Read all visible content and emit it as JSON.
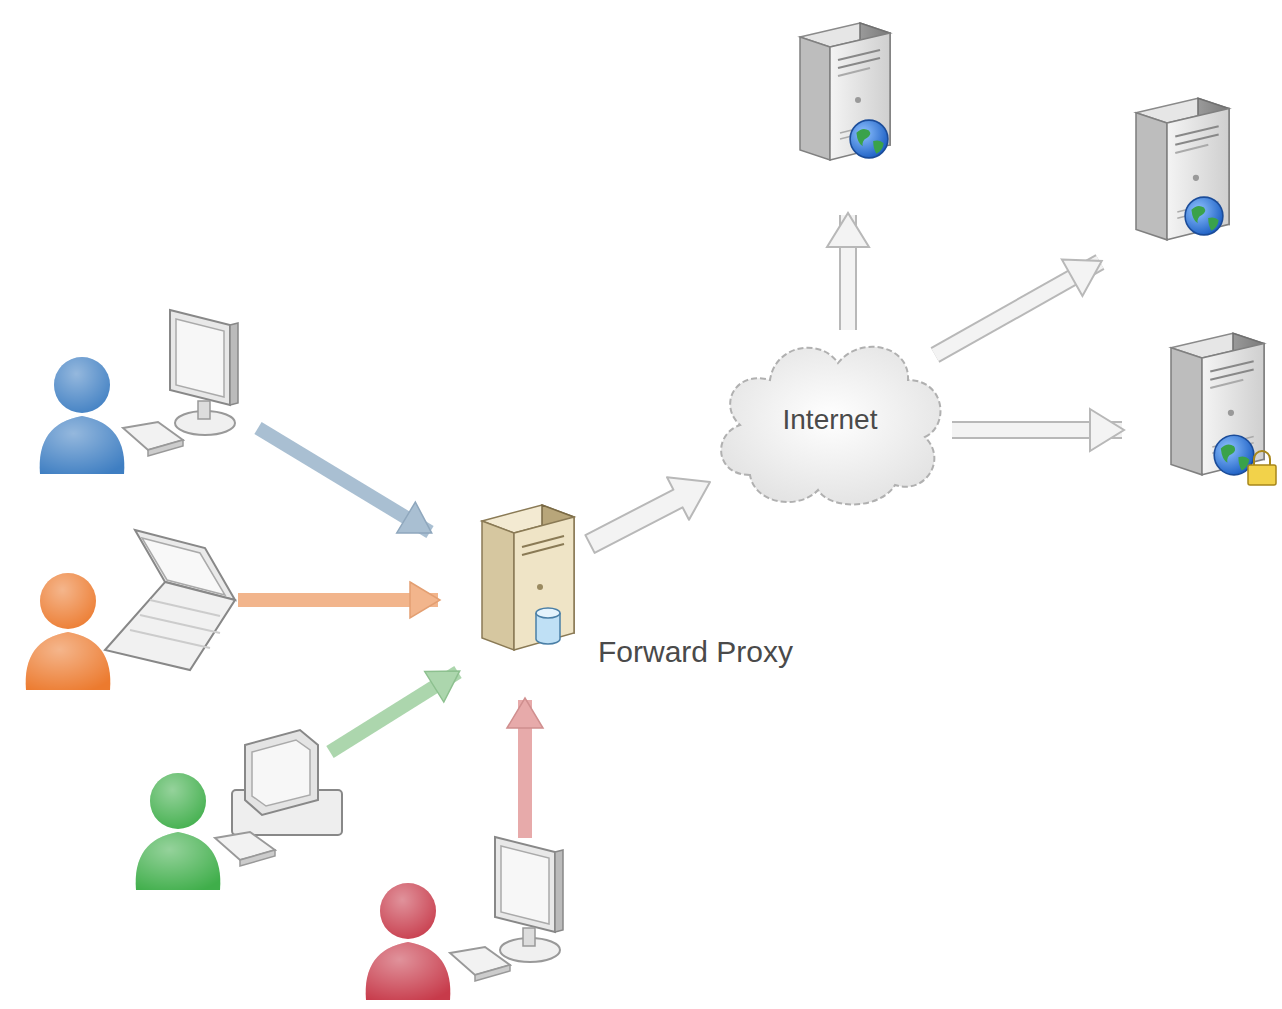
{
  "diagram": {
    "nodes": [
      {
        "text": [
          "Forward Proxy"
        ]
      },
      {
        "text": [
          "Internet"
        ]
      }
    ],
    "edges": [
      {
        "from": 0,
        "to": 1,
        "arrow": "to"
      }
    ]
  }
}
